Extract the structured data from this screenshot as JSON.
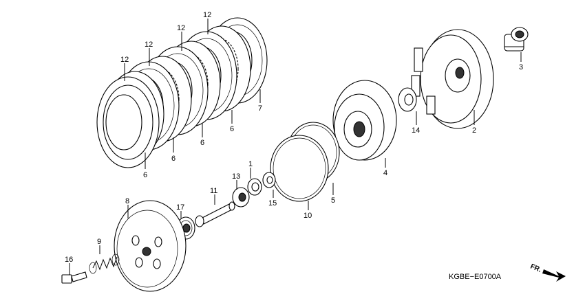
{
  "diagram_code": "KGBE−E0700A",
  "direction_label": "FR.",
  "callouts": [
    {
      "id": "c12a",
      "label": "12"
    },
    {
      "id": "c12b",
      "label": "12"
    },
    {
      "id": "c12c",
      "label": "12"
    },
    {
      "id": "c12d",
      "label": "12"
    },
    {
      "id": "c7",
      "label": "7"
    },
    {
      "id": "c6a",
      "label": "6"
    },
    {
      "id": "c6b",
      "label": "6"
    },
    {
      "id": "c6c",
      "label": "6"
    },
    {
      "id": "c6d",
      "label": "6"
    },
    {
      "id": "c3",
      "label": "3"
    },
    {
      "id": "c14",
      "label": "14"
    },
    {
      "id": "c2",
      "label": "2"
    },
    {
      "id": "c4",
      "label": "4"
    },
    {
      "id": "c5",
      "label": "5"
    },
    {
      "id": "c10",
      "label": "10"
    },
    {
      "id": "c1",
      "label": "1"
    },
    {
      "id": "c13",
      "label": "13"
    },
    {
      "id": "c15",
      "label": "15"
    },
    {
      "id": "c11",
      "label": "11"
    },
    {
      "id": "c17",
      "label": "17"
    },
    {
      "id": "c8",
      "label": "8"
    },
    {
      "id": "c9",
      "label": "9"
    },
    {
      "id": "c16",
      "label": "16"
    }
  ]
}
